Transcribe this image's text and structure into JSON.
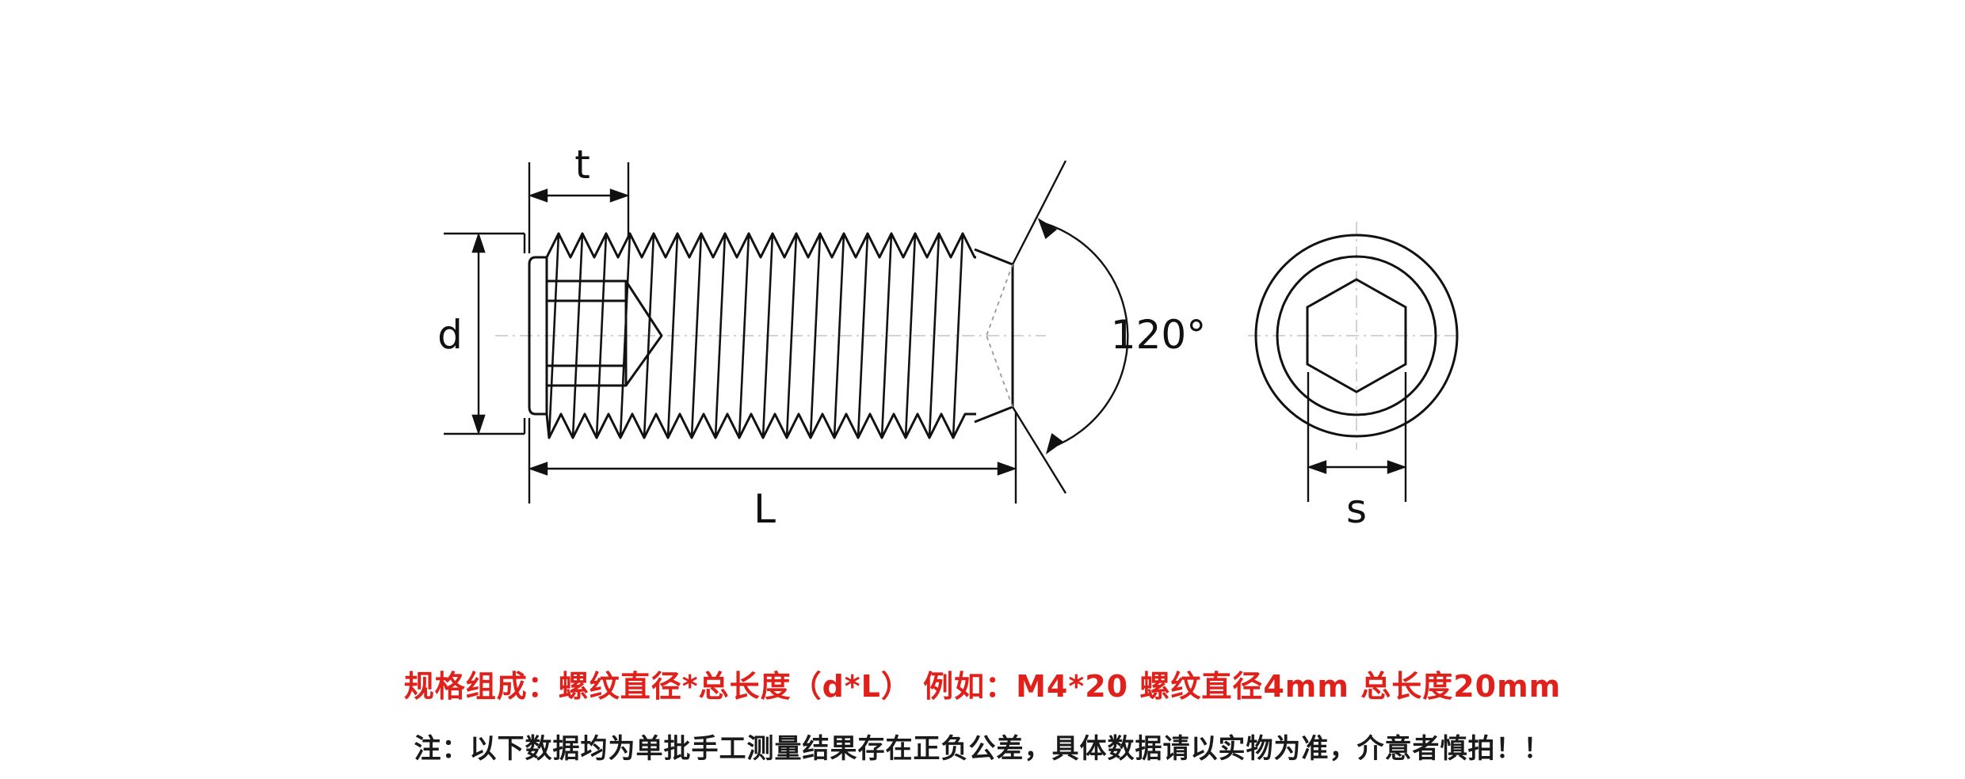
{
  "labels": {
    "t": "t",
    "d": "d",
    "L": "L",
    "angle": "120°",
    "s": "s"
  },
  "caption": {
    "spec": "规格组成：螺纹直径*总长度（d*L） 例如：M4*20 螺纹直径4mm 总长度20mm",
    "note": "注：以下数据均为单批手工测量结果存在正负公差，具体数据请以实物为准，介意者慎拍！！"
  },
  "colors": {
    "line": "#111111",
    "caption_red": "#e0211b",
    "caption_black": "#1a1a1a",
    "center_line": "#bbbbbb"
  }
}
